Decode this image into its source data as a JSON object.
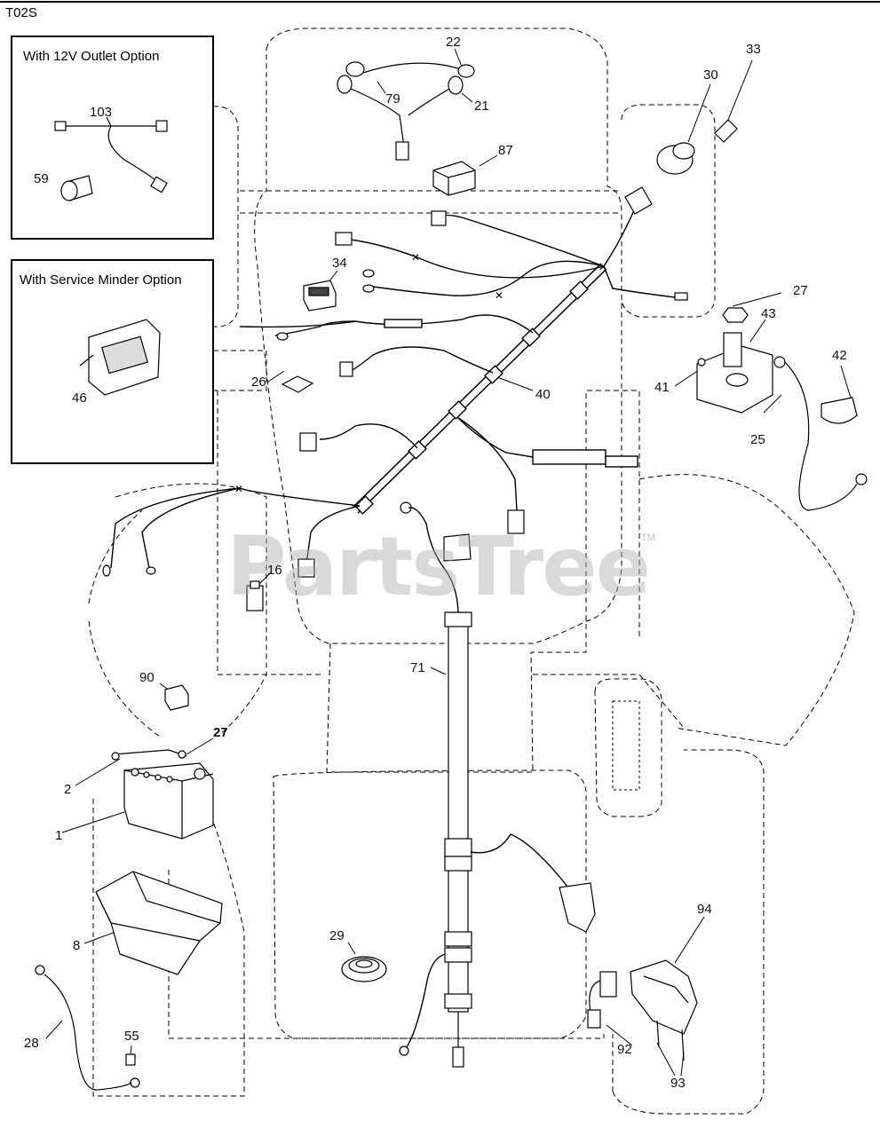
{
  "diagram": {
    "code": "T02S",
    "watermark": "PartsTree",
    "watermark_tm": "TM",
    "inset_12v": {
      "title": "With 12V Outlet Option",
      "parts": [
        "103",
        "59"
      ]
    },
    "inset_service": {
      "title": "With Service Minder Option",
      "parts": [
        "46"
      ]
    },
    "callouts": {
      "p22": "22",
      "p21": "21",
      "p79": "79",
      "p87": "87",
      "p33": "33",
      "p30": "30",
      "p27a": "27",
      "p43": "43",
      "p42": "42",
      "p41": "41",
      "p25": "25",
      "p34": "34",
      "p40": "40",
      "p26": "26",
      "p16": "16",
      "p90": "90",
      "p71": "71",
      "p27b": "27",
      "p2": "2",
      "p1": "1",
      "p8": "8",
      "p29": "29",
      "p28": "28",
      "p55": "55",
      "p94": "94",
      "p92": "92",
      "p93": "93",
      "p103": "103",
      "p59": "59",
      "p46": "46"
    }
  }
}
